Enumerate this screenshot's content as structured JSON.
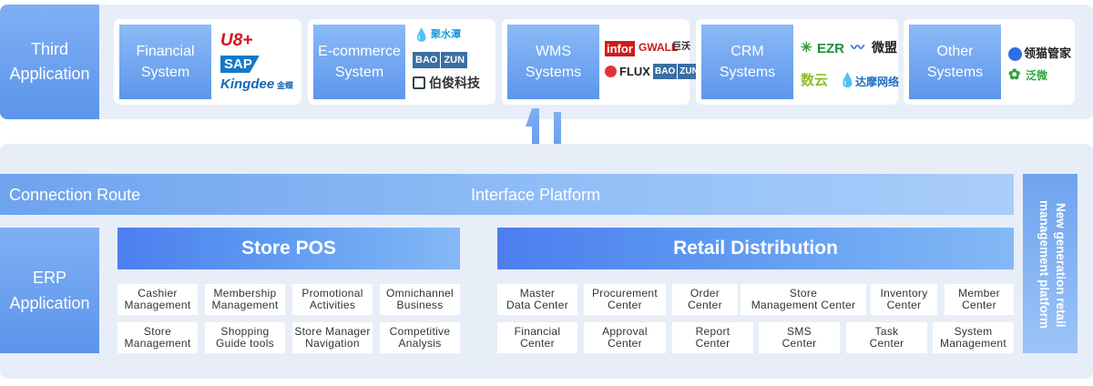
{
  "third_app": {
    "label_line1": "Third",
    "label_line2": "Application"
  },
  "cards": {
    "financial": {
      "title_line1": "Financial",
      "title_line2": "System",
      "logos": [
        "U8+",
        "SAP",
        "Kingdee",
        "金蝶"
      ]
    },
    "ecommerce": {
      "title_line1": "E-commerce",
      "title_line2": "System",
      "logos": [
        "聚水潭",
        "BAO",
        "ZUN",
        "伯俊科技"
      ]
    },
    "wms": {
      "title_line1": "WMS",
      "title_line2": "Systems",
      "logos": [
        "infor",
        "GWALL",
        "巨沃",
        "FLUX",
        "BAO",
        "ZUN"
      ]
    },
    "crm": {
      "title_line1": "CRM",
      "title_line2": "Systems",
      "logos": [
        "EZR",
        "微盟",
        "数云",
        "达摩网络"
      ]
    },
    "other": {
      "title_line1": "Other",
      "title_line2": "Systems",
      "logos": [
        "领猫管家",
        "泛微"
      ]
    }
  },
  "connection_route": "Connection Route",
  "interface_platform": "Interface Platform",
  "erp": {
    "label_line1": "ERP",
    "label_line2": "Application"
  },
  "side_text": "New generation retail management platform",
  "store_pos": {
    "title": "Store POS",
    "modules": [
      [
        "Cashier",
        "Management"
      ],
      [
        "Membership",
        "Management"
      ],
      [
        "Promotional",
        "Activities"
      ],
      [
        "Omnichannel",
        "Business"
      ],
      [
        "Store",
        "Management"
      ],
      [
        "Shopping",
        "Guide tools"
      ],
      [
        "Store Manager",
        "Navigation"
      ],
      [
        "Competitive",
        "Analysis"
      ]
    ]
  },
  "retail_distribution": {
    "title": "Retail Distribution",
    "modules": [
      [
        "Master",
        "Data Center"
      ],
      [
        "Procurement",
        "Center"
      ],
      [
        "Order",
        "Center"
      ],
      [
        "Store",
        "Management Center"
      ],
      [
        "Inventory",
        "Center"
      ],
      [
        "Member",
        "Center"
      ],
      [
        "Financial",
        "Center"
      ],
      [
        "Approval",
        "Center"
      ],
      [
        "Report",
        "Center"
      ],
      [
        "SMS",
        "Center"
      ],
      [
        "Task",
        "Center"
      ],
      [
        "System",
        "Management"
      ]
    ]
  },
  "colors": {
    "panel_bg": "#e8eef8",
    "accent_blue": "#5b94ea",
    "header_blue": "#4d7df0",
    "text_dark": "#333333"
  }
}
